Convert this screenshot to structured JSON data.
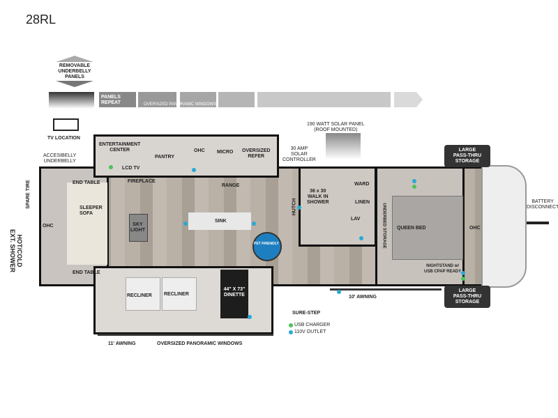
{
  "title": "28RL",
  "colors": {
    "usb": "#4cc35a",
    "outlet": "#27a9d6",
    "floor": "#b5aca3",
    "wall": "#111111"
  },
  "top": {
    "underbelly": "REMOVABLE\nUNDERBELLY\nPANELS",
    "panels_repeat": "PANELS\nREPEAT",
    "windows": "OVERSIZED PANORAMIC WINDOWS",
    "tv_location": "TV LOCATION",
    "solar_panel": "190 WATT SOLAR PANEL\n(ROOF MOUNTED)",
    "solar_controller": "30 AMP\nSOLAR\nCONTROLLER"
  },
  "rooms": {
    "accessible_underbelly": "ACCESIBELLY\nUNDERBELLY",
    "entertainment": "ENTERTAINMENT\nCENTER",
    "lcd_tv": "LCD TV",
    "fireplace": "FIREPLACE",
    "pantry": "PANTRY",
    "ohc": "OHC",
    "micro": "MICRO",
    "refer": "OVERSIZED\nREFER",
    "range": "RANGE",
    "spare_tire": "SPARE TIRE",
    "ext_shower": "HOT/COLD\nEXT. SHOWER",
    "end_table_top": "END TABLE",
    "end_table_bottom": "END TABLE",
    "sleeper_sofa": "SLEEPER\nSOFA",
    "rear_ohc": "OHC",
    "sky_light": "SKY\nLIGHT",
    "sink": "SINK",
    "pet_friendly": "PET FRIENDLY",
    "recliner1": "RECLINER",
    "recliner2": "RECLINER",
    "dinette": "44\" X 73\"\nDINETTE",
    "awning_11": "11' AWNING",
    "bottom_windows": "OVERSIZED PANORAMIC WINDOWS",
    "hutch": "HUTCH",
    "shower": "36 x 30\nWALK IN\nSHOWER",
    "ward": "WARD",
    "linen": "LINEN",
    "lav": "LAV",
    "underbed": "UNDERBED STORAGE",
    "queen_bed": "QUEEN BED",
    "front_ohc": "OHC",
    "nightstand": "NIGHTSTAND w/\nUSB CPAP READY",
    "pass_thru_top": "LARGE\nPASS-THRU\nSTORAGE",
    "pass_thru_bottom": "LARGE\nPASS-THRU\nSTORAGE",
    "battery": "BATTERY\nDISCONNECT",
    "sure_step": "SURE-STEP",
    "awning_10": "10' AWNING"
  },
  "legend": [
    {
      "label": "USB CHARGER",
      "color": "#4cc35a"
    },
    {
      "label": "110V OUTLET",
      "color": "#27a9d6"
    }
  ]
}
